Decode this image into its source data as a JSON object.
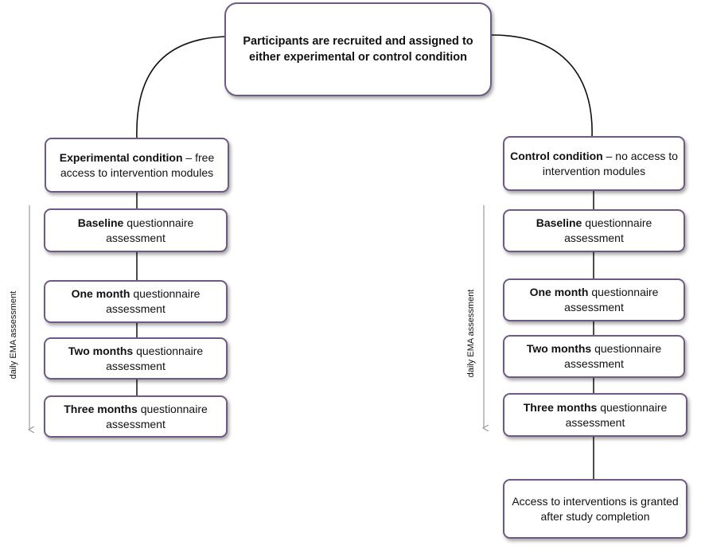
{
  "top": {
    "text": "Participants are recruited and assigned to either experimental or control condition"
  },
  "experimental": {
    "condition": {
      "bold": "Experimental condition",
      "rest": " – free access to intervention modules"
    },
    "steps": [
      {
        "bold": "Baseline",
        "rest": " questionnaire assessment"
      },
      {
        "bold": "One month",
        "rest": " questionnaire assessment"
      },
      {
        "bold": "Two months",
        "rest": " questionnaire assessment"
      },
      {
        "bold": "Three months",
        "rest": " questionnaire assessment"
      }
    ],
    "side_label": "daily EMA assessment"
  },
  "control": {
    "condition": {
      "bold": "Control condition",
      "rest": " – no access to intervention modules"
    },
    "steps": [
      {
        "bold": "Baseline",
        "rest": " questionnaire assessment"
      },
      {
        "bold": "One month",
        "rest": " questionnaire assessment"
      },
      {
        "bold": "Two months",
        "rest": " questionnaire assessment"
      },
      {
        "bold": "Three months",
        "rest": " questionnaire assessment"
      }
    ],
    "side_label": "daily EMA assessment",
    "final": {
      "text": "Access to interventions is granted after study completion"
    }
  },
  "colors": {
    "box_border": "#6f5a86",
    "line": "#111111",
    "arrow": "#999999"
  }
}
